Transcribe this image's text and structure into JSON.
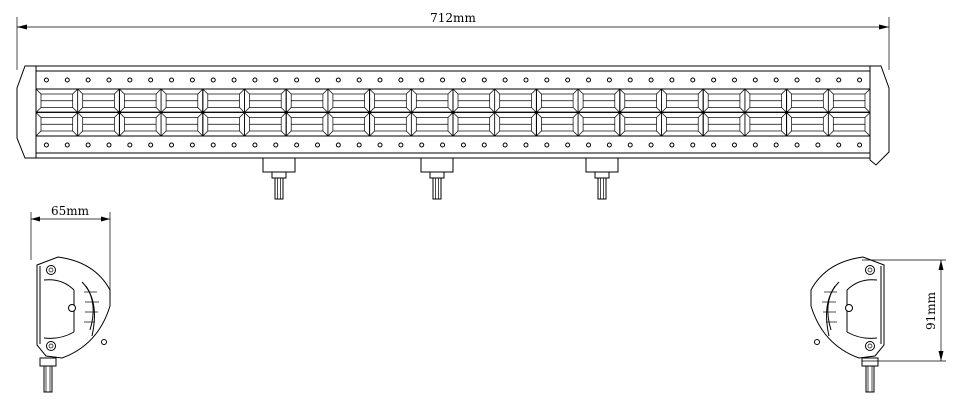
{
  "dimensions": {
    "length": "712mm",
    "depth": "65mm",
    "height": "91mm"
  },
  "drawing": {
    "views": [
      "front-view",
      "left-side-view",
      "right-side-view"
    ],
    "led_columns": 20,
    "led_rows": 2,
    "mounting_brackets": 3,
    "line_color": "#000000",
    "background": "#ffffff"
  }
}
